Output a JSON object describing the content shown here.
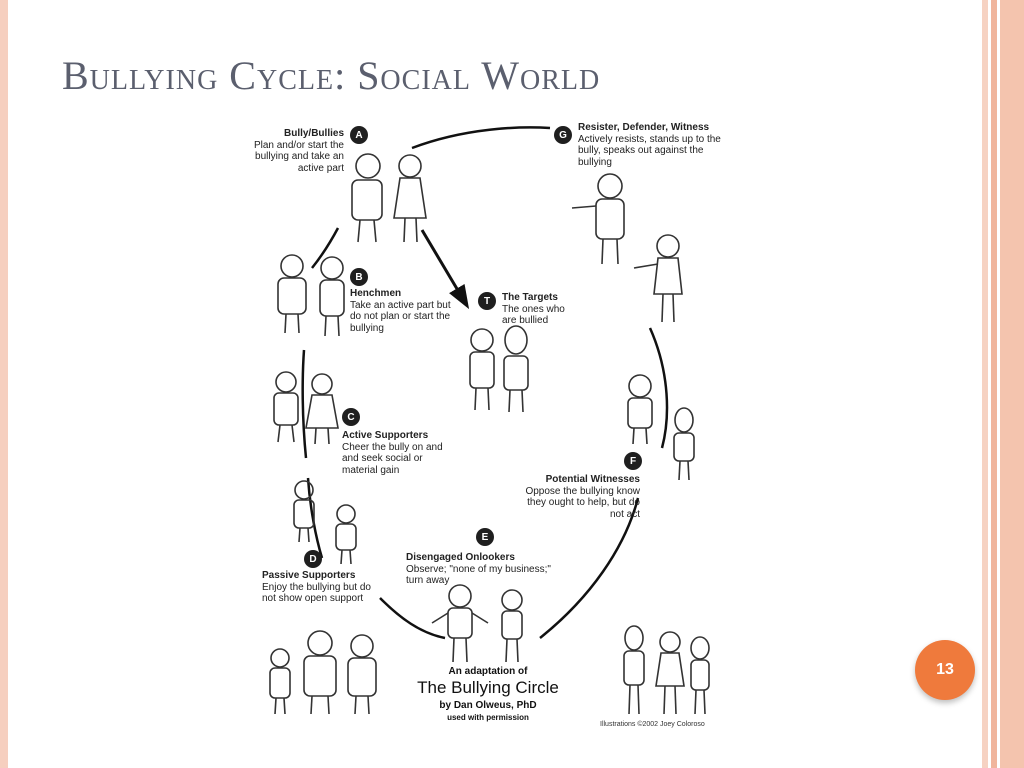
{
  "slide": {
    "title": "Bullying Cycle: Social World",
    "page_number": "13",
    "colors": {
      "title": "#5b5f6e",
      "accent": "#ef7a3c",
      "stripe": "#f2b9a1"
    }
  },
  "diagram": {
    "roles": [
      {
        "letter": "A",
        "heading": "Bully/Bullies",
        "body": "Plan and/or start the bullying and take an active part"
      },
      {
        "letter": "B",
        "heading": "Henchmen",
        "body": "Take an active part but do not plan or start the bullying"
      },
      {
        "letter": "C",
        "heading": "Active Supporters",
        "body": "Cheer the bully on and and seek social or material gain"
      },
      {
        "letter": "D",
        "heading": "Passive Supporters",
        "body": "Enjoy the bullying but do not show open support"
      },
      {
        "letter": "E",
        "heading": "Disengaged Onlookers",
        "body": "Observe; \"none of my business;\" turn away"
      },
      {
        "letter": "F",
        "heading": "Potential Witnesses",
        "body": "Oppose the bullying know they ought to help, but do not act"
      },
      {
        "letter": "G",
        "heading": "Resister, Defender, Witness",
        "body": "Actively resists, stands up to the bully, speaks out against the bullying"
      },
      {
        "letter": "T",
        "heading": "The Targets",
        "body": "The ones who are bullied"
      }
    ],
    "circle_title": {
      "pre": "An adaptation of",
      "main": "The Bullying Circle",
      "by": "by Dan Olweus, PhD",
      "permission": "used with permission"
    },
    "credit": "Illustrations ©2002 Joey Coloroso"
  }
}
